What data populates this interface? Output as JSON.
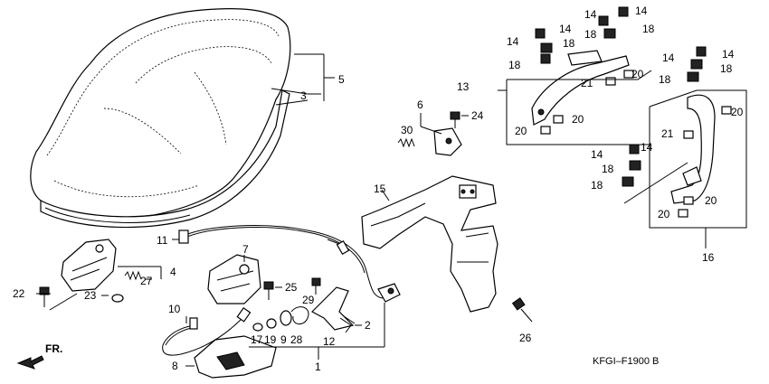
{
  "diagram": {
    "labels": {
      "l1": "1",
      "l2": "2",
      "l3": "3",
      "l4": "4",
      "l5": "5",
      "l6": "6",
      "l7": "7",
      "l8": "8",
      "l9": "9",
      "l10": "10",
      "l11": "11",
      "l12": "12",
      "l13": "13",
      "l14": "14",
      "l15": "15",
      "l16": "16",
      "l17": "17",
      "l18": "18",
      "l19": "19",
      "l20": "20",
      "l21": "21",
      "l22": "22",
      "l23": "23",
      "l24": "24",
      "l25": "25",
      "l26": "26",
      "l27": "27",
      "l28": "28",
      "l29": "29",
      "l30": "30"
    },
    "front_marker": "FR.",
    "diagram_code": "KFGI–F1900 B"
  }
}
